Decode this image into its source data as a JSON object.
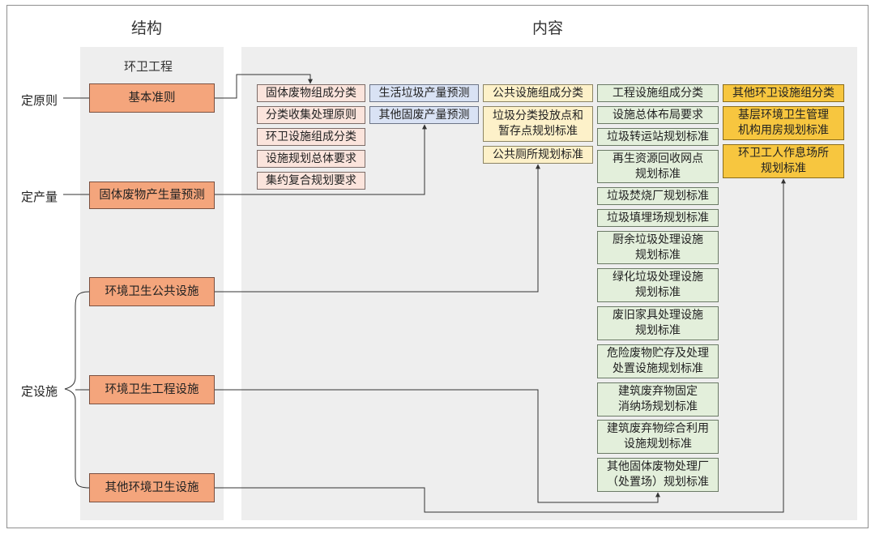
{
  "headers": {
    "structure": "结构",
    "content": "内容"
  },
  "panel_title": "环卫工程",
  "side_labels": {
    "principle": "定原则",
    "output": "定产量",
    "facilities": "定设施"
  },
  "structure_items": [
    "基本准则",
    "固体废物产生量预测",
    "环境卫生公共设施",
    "环境卫生工程设施",
    "其他环境卫生设施"
  ],
  "content": {
    "principles": [
      "固体废物组成分类",
      "分类收集处理原则",
      "环卫设施组成分类",
      "设施规划总体要求",
      "集约复合规划要求"
    ],
    "output": [
      "生活垃圾产量预测",
      "其他固废产量预测"
    ],
    "public": [
      "公共设施组成分类",
      "垃圾分类投放点和\n暂存点规划标准",
      "公共厕所规划标准"
    ],
    "engineering": [
      "工程设施组成分类",
      "设施总体布局要求",
      "垃圾转运站规划标准",
      "再生资源回收网点\n规划标准",
      "垃圾焚烧厂规划标准",
      "垃圾填埋场规划标准",
      "厨余垃圾处理设施\n规划标准",
      "绿化垃圾处理设施\n规划标准",
      "废旧家具处理设施\n规划标准",
      "危险废物贮存及处理\n处置设施规划标准",
      "建筑废弃物固定\n消纳场规划标准",
      "建筑废弃物综合利用\n设施规划标准",
      "其他固体废物处理厂\n（处置场）规划标准"
    ],
    "other": [
      "其他环卫设施组分类",
      "基层环境卫生管理\n机构用房规划标准",
      "环卫工人作息场所\n规划标准"
    ]
  },
  "colors": {
    "structure_box": "#f4a57c",
    "principles": "#fbe4dc",
    "output": "#d9e2f4",
    "public": "#fdf1c9",
    "engineering": "#e3efdb",
    "other": "#f7c63f",
    "panel": "#eeeeee"
  }
}
